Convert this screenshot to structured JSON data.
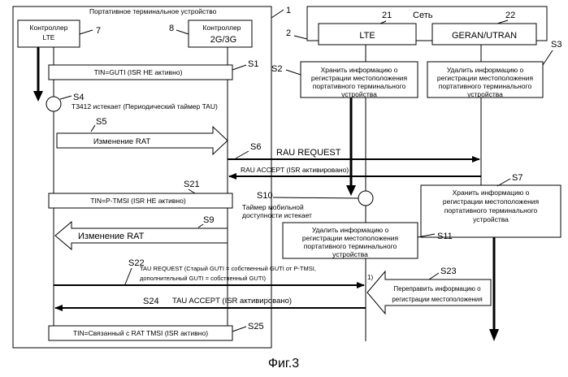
{
  "device": {
    "title": "Портативное терминальное устройство",
    "ref": "1",
    "controller_lte": {
      "label_line1": "Контроллер",
      "label_line2": "LTE",
      "ref": "7"
    },
    "controller_2g3g": {
      "label_line1": "Контроллер",
      "label_line2": "2G/3G",
      "ref": "8"
    }
  },
  "network": {
    "title": "Сеть",
    "ref": "2",
    "lte": {
      "label": "LTE",
      "ref": "21"
    },
    "geran": {
      "label": "GERAN/UTRAN",
      "ref": "22"
    },
    "ref3": "S3"
  },
  "steps": {
    "s1": {
      "ref": "S1",
      "text": "TIN=GUTI (ISR НЕ активно)"
    },
    "s2": {
      "ref": "S2",
      "lines": [
        "Хранить информацию о",
        "регистрации местоположения",
        "портативного терминального",
        "устройства"
      ]
    },
    "s3": {
      "lines": [
        "Удалить информацию о",
        "регистрации местоположения",
        "портативного терминального",
        "устройства"
      ]
    },
    "s4": {
      "ref": "S4",
      "text": "T3412 истекает (Периодический таймер TAU)"
    },
    "s5": {
      "ref": "S5",
      "text": "Изменение RAT"
    },
    "s6": {
      "ref": "S6",
      "text": "RAU REQUEST"
    },
    "rau_accept": {
      "text": "RAU ACCEPT (ISR активировано)"
    },
    "s7": {
      "ref": "S7",
      "lines": [
        "Хранить информацию о",
        "регистрации местоположения",
        "портативного терминального",
        "устройства"
      ]
    },
    "s21": {
      "ref": "S21",
      "text": "TIN=P-TMSI (ISR НЕ активно)"
    },
    "s10": {
      "ref": "S10",
      "lines": [
        "Таймер мобильной",
        "доступности истекает"
      ]
    },
    "s9": {
      "ref": "S9",
      "text": "Изменение RAT"
    },
    "s11": {
      "ref": "S11",
      "lines": [
        "Удалить информацию о",
        "регистрации местоположения",
        "портативного терминального",
        "устройства"
      ]
    },
    "s22": {
      "ref": "S22",
      "lines": [
        "TAU REQUEST (Старый GUTI = собственный GUTI от P-TMSI,",
        "дополнительный GUTI = собственный GUTI)"
      ]
    },
    "s23": {
      "ref": "S23",
      "lines": [
        "Переправить информацию о",
        "регистрации местоположения"
      ]
    },
    "s24": {
      "ref": "S24",
      "text": "TAU ACCEPT (ISR активировано)"
    },
    "s25": {
      "ref": "S25",
      "text": "TIN=Связанный с RAT TMSI (ISR активно)"
    },
    "mark1": "1)"
  },
  "caption": "Фиг.3"
}
